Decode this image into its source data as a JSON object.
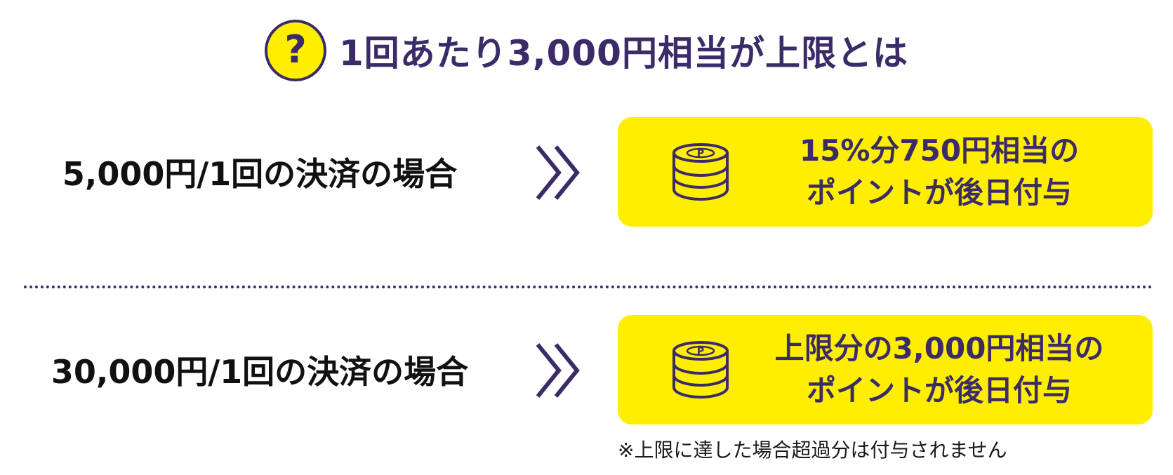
{
  "title": {
    "badge_symbol": "?",
    "text": "1回あたり3,000円相当が上限とは"
  },
  "cases": [
    {
      "label": "5,000円/1回の決済の場合",
      "result_line1": "15%分750円相当の",
      "result_line2": "ポイントが後日付与"
    },
    {
      "label": "30,000円/1回の決済の場合",
      "result_line1": "上限分の3,000円相当の",
      "result_line2": "ポイントが後日付与"
    }
  ],
  "coin_icon_letter": "P",
  "footnote": "※上限に達した場合超過分は付与されません",
  "colors": {
    "accent_purple": "#3b2b68",
    "highlight_yellow": "#ffee00",
    "text_dark": "#111111"
  },
  "icons": [
    "question-mark-icon",
    "double-chevron-right-icon",
    "point-coin-stack-icon"
  ]
}
